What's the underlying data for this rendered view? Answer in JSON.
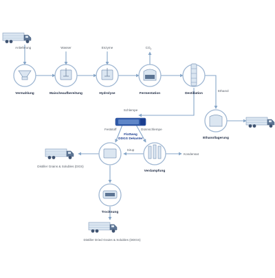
{
  "inputs": {
    "anlieferung": "Anlieferung",
    "wasser": "Wasser",
    "enzyme": "Enzyme",
    "co2_main": "CO",
    "co2_sub": "2"
  },
  "steps": {
    "vermahlung": "Vermahlung",
    "maischeaufbereitung": "Maischeaufbereitung",
    "hydrolyse": "Hydrolyse",
    "fermentation": "Fermentation",
    "destillation": "Destillation",
    "ethanollagerung": "Ethanollagerung",
    "dekanter_line1": "Flottweg",
    "dekanter_line2": "DDGS Dekanter",
    "verdampfung": "Verdampfung",
    "trocknung": "Trocknung"
  },
  "streams": {
    "ethanol": "Ethanol",
    "schlempe": "Schlempe",
    "feststoff": "Feststoff",
    "duennschlempe": "Dünnschlempe",
    "sirup": "Sirup",
    "kondensat": "Kondensat"
  },
  "products": {
    "dgs": "Distiller Grains & Solubles (DGS)",
    "ddgs": "Distiller Dried Grains & Solubles (DDGS)"
  },
  "colors": {
    "pipe": "#86a6c8",
    "circle": "#9eb6d2",
    "equipment": "#dbe6f1",
    "truck": "#5d7594",
    "accent": "#1a3d8f"
  }
}
